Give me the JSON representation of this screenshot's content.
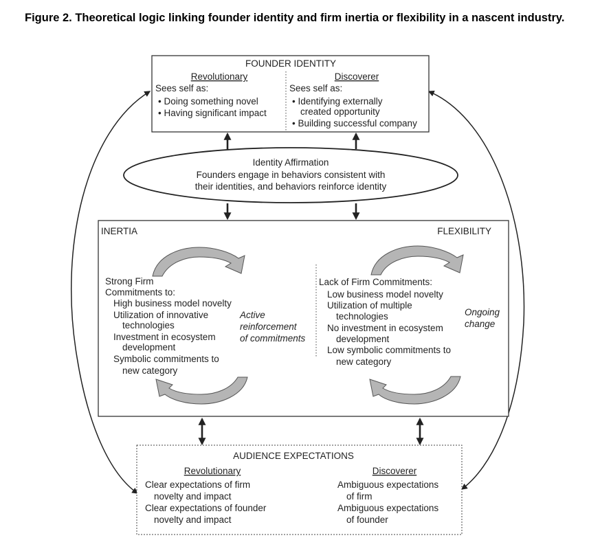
{
  "caption": "Figure 2.  Theoretical logic linking founder identity and firm inertia or flexibility in a nascent industry.",
  "founder_identity": {
    "title": "FOUNDER IDENTITY",
    "revolutionary": {
      "heading": "Revolutionary",
      "intro": "Sees self as:",
      "items": [
        "• Doing something novel",
        "• Having significant impact"
      ]
    },
    "discoverer": {
      "heading": "Discoverer",
      "intro": "Sees self as:",
      "items": [
        "• Identifying externally",
        "created opportunity",
        "• Building successful company"
      ]
    }
  },
  "affirmation": {
    "title": "Identity Affirmation",
    "lines": [
      "Founders engage in behaviors consistent with",
      "their identities, and behaviors reinforce identity"
    ]
  },
  "middle": {
    "inertia": {
      "label": "INERTIA",
      "lines": [
        "Strong Firm",
        "Commitments to:",
        "High business model novelty",
        "Utilization of innovative",
        "technologies",
        "Investment in ecosystem",
        "development",
        "Symbolic commitments to",
        "new category"
      ],
      "cycle_label": [
        "Active",
        "reinforcement",
        "of commitments"
      ]
    },
    "flexibility": {
      "label": "FLEXIBILITY",
      "lines": [
        "Lack of Firm Commitments:",
        "Low business model novelty",
        "Utilization of multiple",
        "technologies",
        "No investment in ecosystem",
        "development",
        "Low symbolic commitments to",
        "new category"
      ],
      "cycle_label": [
        "Ongoing",
        "change"
      ]
    }
  },
  "audience": {
    "title": "AUDIENCE EXPECTATIONS",
    "revolutionary": {
      "heading": "Revolutionary",
      "lines": [
        "Clear expectations of firm",
        "novelty and impact",
        "Clear expectations of founder",
        "novelty and impact"
      ]
    },
    "discoverer": {
      "heading": "Discoverer",
      "lines": [
        "Ambiguous expectations",
        "of firm",
        "Ambiguous expectations",
        "of founder"
      ]
    }
  }
}
